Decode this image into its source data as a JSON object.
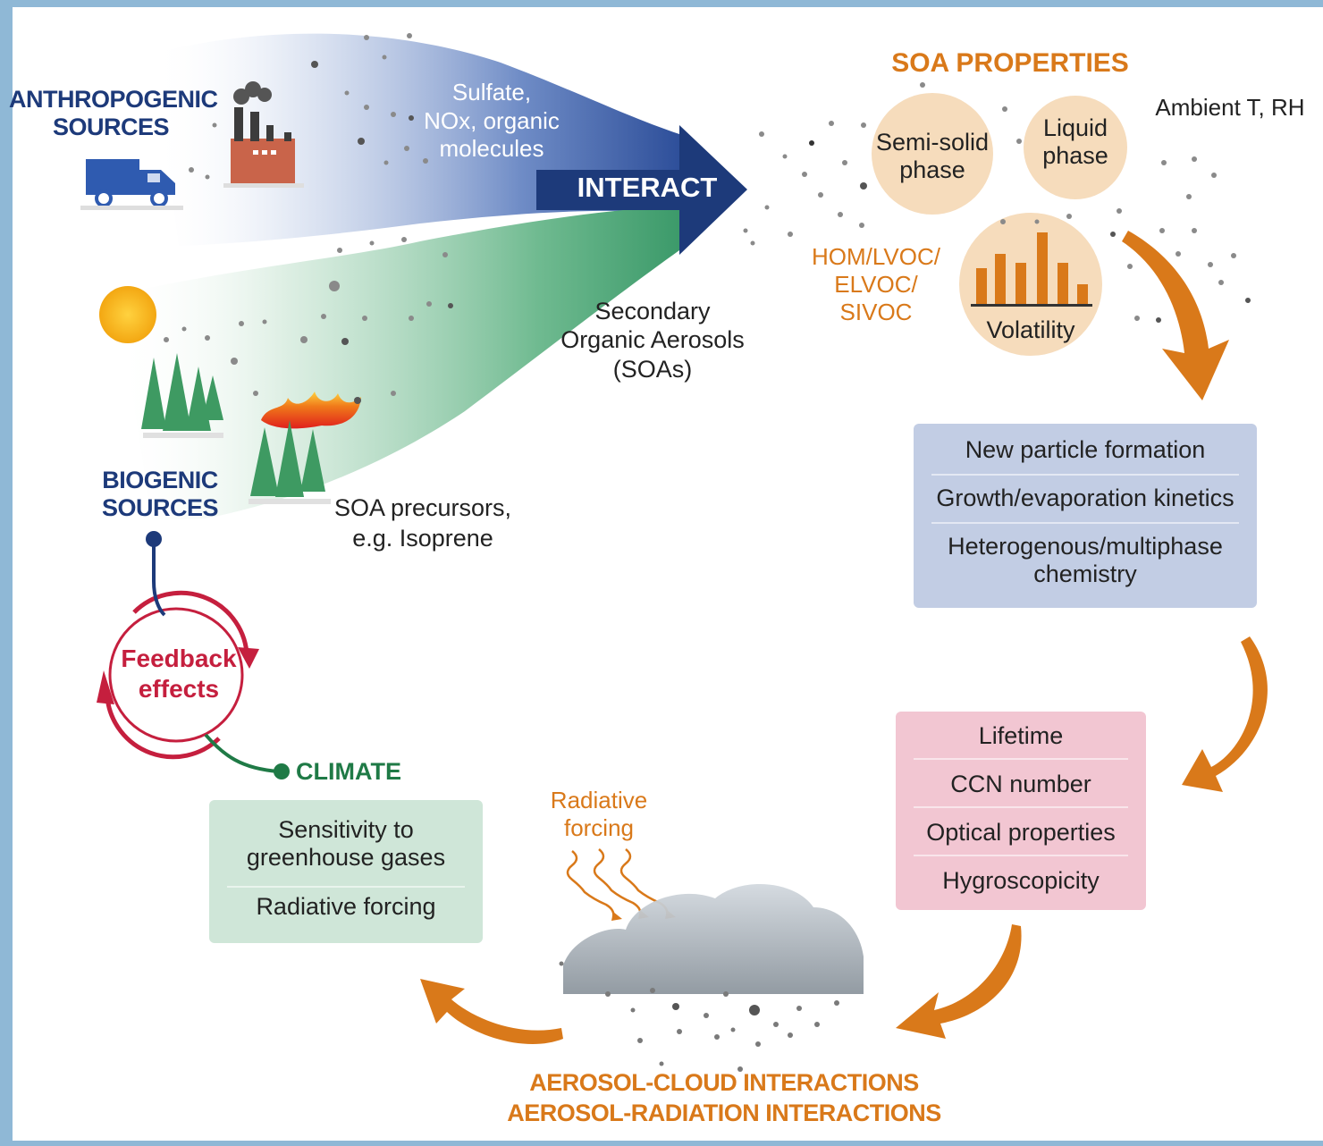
{
  "sources": {
    "anthropogenic": "ANTHROPOGENIC\nSOURCES",
    "biogenic": "BIOGENIC\nSOURCES",
    "anthro_emissions": "Sulfate,\nNOx, organic\nmolecules",
    "biogenic_precursors": "SOA precursors,\ne.g. Isoprene",
    "interact": "INTERACT",
    "soa_label": "Secondary\nOrganic Aerosols\n(SOAs)"
  },
  "soa_properties": {
    "title": "SOA PROPERTIES",
    "semi_solid": "Semi-solid\nphase",
    "liquid": "Liquid\nphase",
    "volatility": "Volatility",
    "ambient": "Ambient T, RH",
    "voc_classes": "HOM/LVOC/\nELVOC/\nSIVOC"
  },
  "processes_box": {
    "items": [
      "New particle formation",
      "Growth/evaporation kinetics",
      "Heterogenous/multiphase\nchemistry"
    ]
  },
  "properties_box": {
    "items": [
      "Lifetime",
      "CCN number",
      "Optical properties",
      "Hygroscopicity"
    ]
  },
  "interactions": {
    "line1": "AEROSOL-CLOUD INTERACTIONS",
    "line2": "AEROSOL-RADIATION INTERACTIONS",
    "radiative_forcing": "Radiative\nforcing"
  },
  "climate": {
    "title": "CLIMATE",
    "items": [
      "Sensitivity to\ngreenhouse gases",
      "Radiative forcing"
    ],
    "feedback": "Feedback\neffects"
  },
  "colors": {
    "navy": "#1d3a7a",
    "orange": "#d9791a",
    "crimson": "#c51f3e",
    "green": "#1f7a46",
    "blue_box": "#c2cde4",
    "pink_box": "#f2c6d2",
    "green_box": "#cfe6d8",
    "peach_circle": "#f6dcbc"
  }
}
